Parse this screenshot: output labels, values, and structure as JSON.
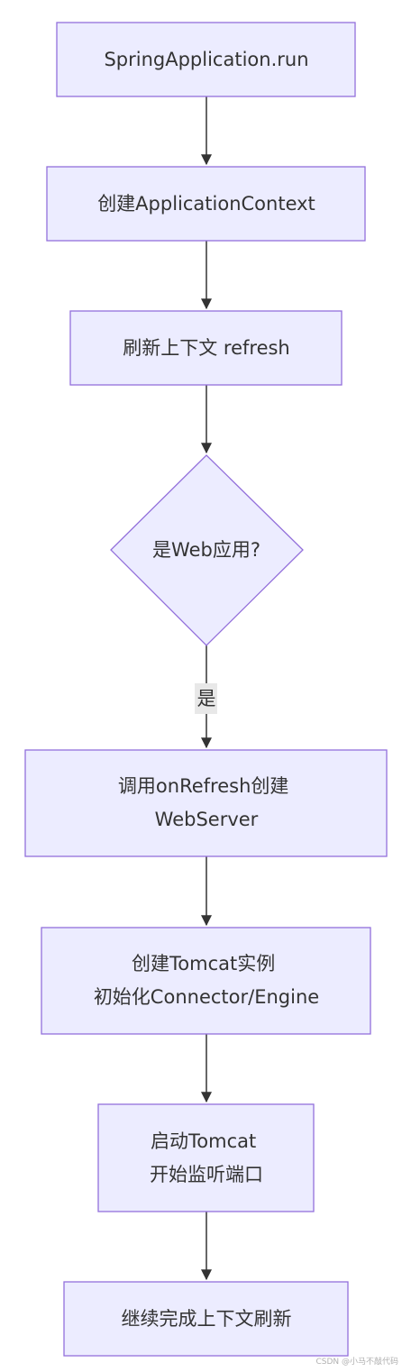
{
  "colors": {
    "node_fill": "#ECECFF",
    "node_stroke": "#9370DB",
    "edge": "#333333",
    "text": "#333333",
    "edge_label_bg": "#E8E8E8"
  },
  "nodes": {
    "run": {
      "lines": [
        "SpringApplication.run"
      ]
    },
    "create_context": {
      "lines": [
        "创建ApplicationContext"
      ]
    },
    "refresh": {
      "lines": [
        "刷新上下文 refresh"
      ]
    },
    "is_web": {
      "lines": [
        "是Web应用?"
      ]
    },
    "on_refresh": {
      "lines": [
        "调用onRefresh创建",
        "WebServer"
      ]
    },
    "create_tomcat": {
      "lines": [
        "创建Tomcat实例",
        "初始化Connector/Engine"
      ]
    },
    "start_tomcat": {
      "lines": [
        "启动Tomcat",
        "开始监听端口"
      ]
    },
    "finish": {
      "lines": [
        "继续完成上下文刷新"
      ]
    }
  },
  "edges": {
    "yes_label": "是"
  },
  "watermark": "CSDN @小马不敲代码"
}
